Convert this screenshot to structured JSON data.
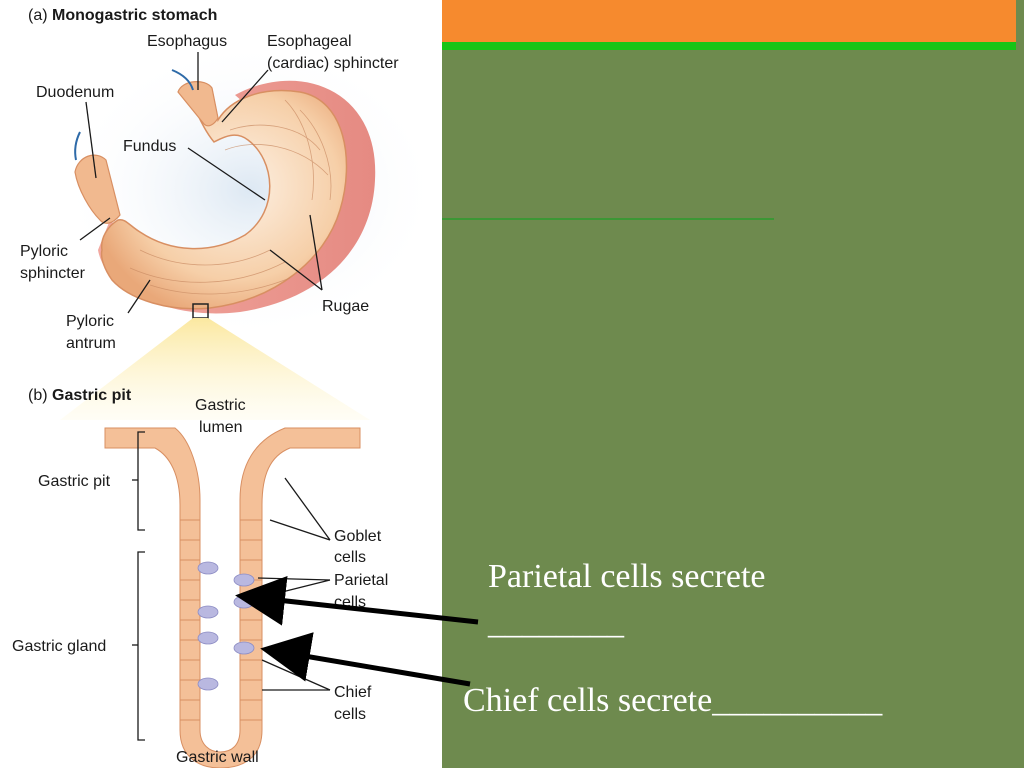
{
  "diagram": {
    "header_a_prefix": "(a)",
    "header_a_title": "Monogastric stomach",
    "header_b_prefix": "(b)",
    "header_b_title": "Gastric pit",
    "labels": {
      "esophagus": "Esophagus",
      "sphincter_1": "Esophageal",
      "sphincter_2": "(cardiac) sphincter",
      "duodenum": "Duodenum",
      "fundus": "Fundus",
      "pyloric_sphincter_1": "Pyloric",
      "pyloric_sphincter_2": "sphincter",
      "rugae": "Rugae",
      "pyloric_antrum_1": "Pyloric",
      "pyloric_antrum_2": "antrum",
      "gastric_lumen_1": "Gastric",
      "gastric_lumen_2": "lumen",
      "gastric_pit": "Gastric pit",
      "goblet_1": "Goblet",
      "goblet_2": "cells",
      "parietal_1": "Parietal",
      "parietal_2": "cells",
      "gastric_gland": "Gastric gland",
      "chief_1": "Chief",
      "chief_2": "cells",
      "gastric_wall": "Gastric wall"
    }
  },
  "slide": {
    "question_1_line_1": "Parietal cells secrete",
    "question_1_line_2": "________",
    "question_2": "Chief cells secrete__________"
  },
  "colors": {
    "background": "#6e8a4e",
    "orange_bar": "#f68a2e",
    "green_bar": "#17c417",
    "text": "#ffffff"
  }
}
